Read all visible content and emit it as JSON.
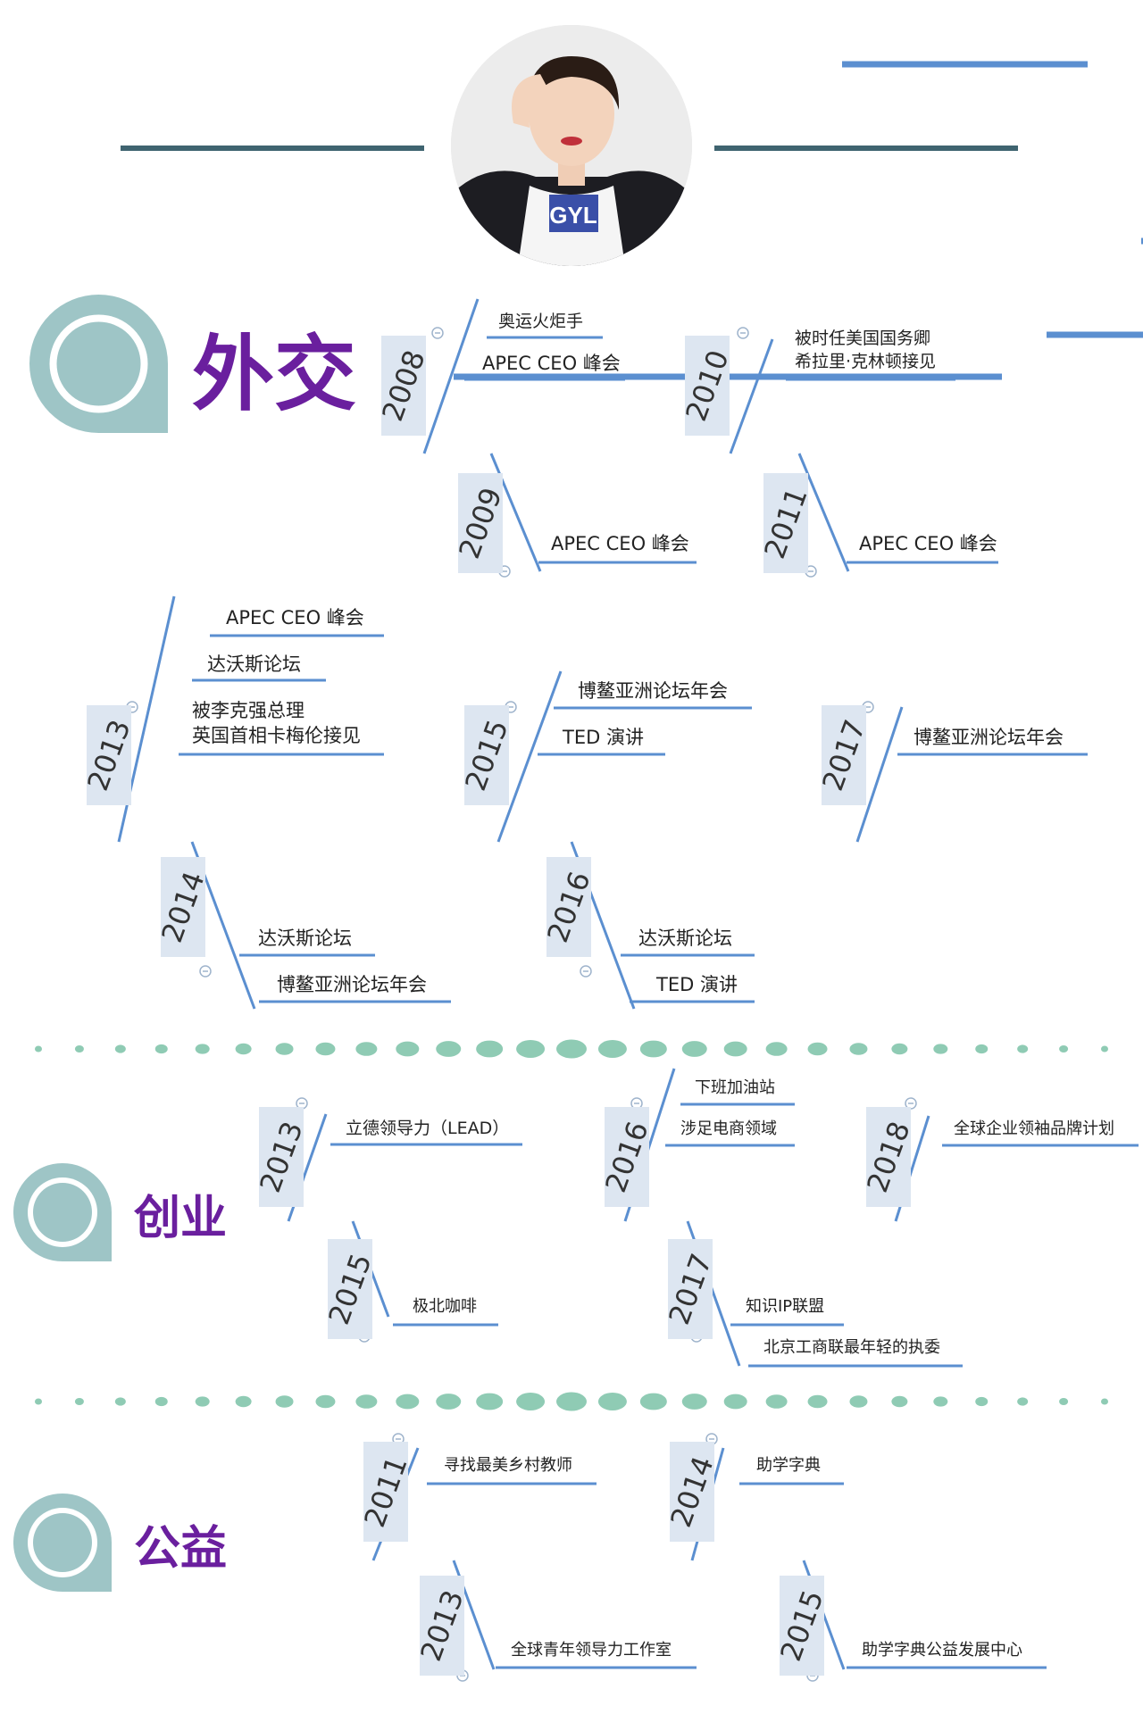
{
  "sections": [
    {
      "title": "外交"
    },
    {
      "title": "创业"
    },
    {
      "title": "公益"
    }
  ],
  "avatar": {
    "shirt_text": "GYL"
  },
  "colors": {
    "spine": "#5b8fd0",
    "label": "#6a1f9e",
    "bubble": "#9ec5c6",
    "dot": "#8fcbb4",
    "topline": "#3f6470"
  },
  "events": [
    {
      "year": "2008",
      "items": [
        "奥运火炬手",
        "APEC CEO 峰会"
      ]
    },
    {
      "year": "2010",
      "items": [
        "被时任美国国务卿\n希拉里·克林顿接见"
      ]
    },
    {
      "year": "2009",
      "items": [
        "APEC CEO 峰会"
      ]
    },
    {
      "year": "2011",
      "items": [
        "APEC CEO 峰会"
      ]
    },
    {
      "year": "2013",
      "items": [
        "APEC CEO 峰会",
        "达沃斯论坛",
        "被李克强总理\n英国首相卡梅伦接见"
      ]
    },
    {
      "year": "2015",
      "items": [
        "博鳌亚洲论坛年会",
        "TED 演讲"
      ]
    },
    {
      "year": "2017",
      "items": [
        "博鳌亚洲论坛年会"
      ]
    },
    {
      "year": "2014",
      "items": [
        "达沃斯论坛",
        "博鳌亚洲论坛年会"
      ]
    },
    {
      "year": "2016",
      "items": [
        "达沃斯论坛",
        "TED 演讲"
      ]
    },
    {
      "year": "2013",
      "items": [
        "立德领导力（LEAD）"
      ]
    },
    {
      "year": "2016",
      "items": [
        "下班加油站",
        "涉足电商领域"
      ]
    },
    {
      "year": "2018",
      "items": [
        "全球企业领袖品牌计划"
      ]
    },
    {
      "year": "2015",
      "items": [
        "极北咖啡"
      ]
    },
    {
      "year": "2017",
      "items": [
        "知识IP联盟",
        "北京工商联最年轻的执委"
      ]
    },
    {
      "year": "2011",
      "items": [
        "寻找最美乡村教师"
      ]
    },
    {
      "year": "2014",
      "items": [
        "助学字典"
      ]
    },
    {
      "year": "2013",
      "items": [
        "全球青年领导力工作室"
      ]
    },
    {
      "year": "2015",
      "items": [
        "助学字典公益发展中心"
      ]
    }
  ]
}
